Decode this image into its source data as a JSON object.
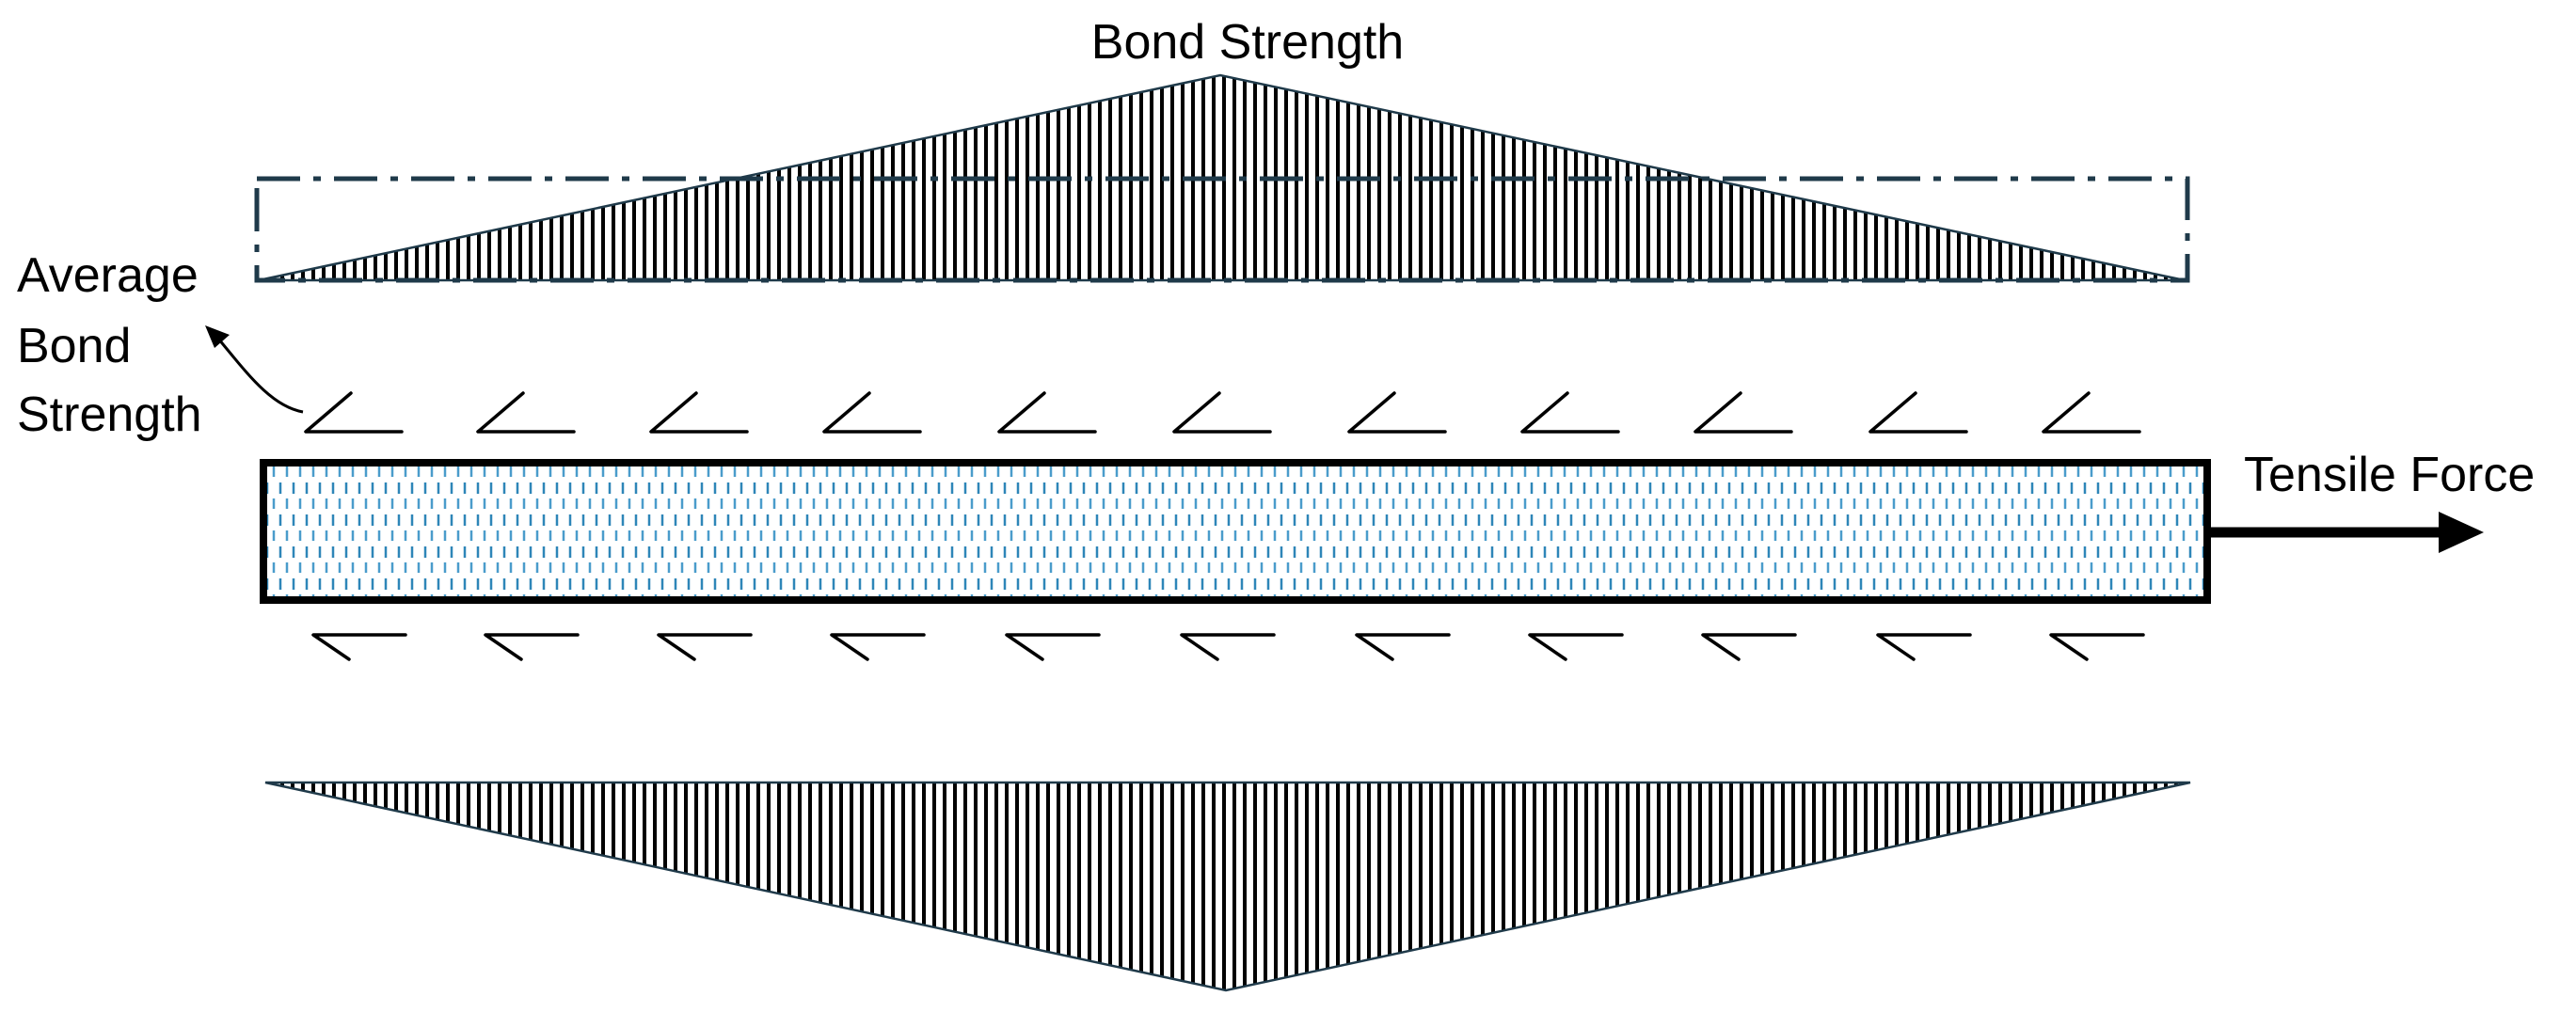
{
  "labels": {
    "bond_strength": "Bond Strength",
    "average_bond_strength": [
      "Average",
      "Bond",
      "Strength"
    ],
    "tensile_force": "Tensile Force"
  },
  "colors": {
    "hatch": "#000000",
    "average_box": "#1f3a4a",
    "bar_fill": "#2e86b8",
    "bar_outline": "#000000",
    "arrow": "#000000"
  },
  "shear_marks": {
    "top_count": 11,
    "bottom_count": 11
  }
}
